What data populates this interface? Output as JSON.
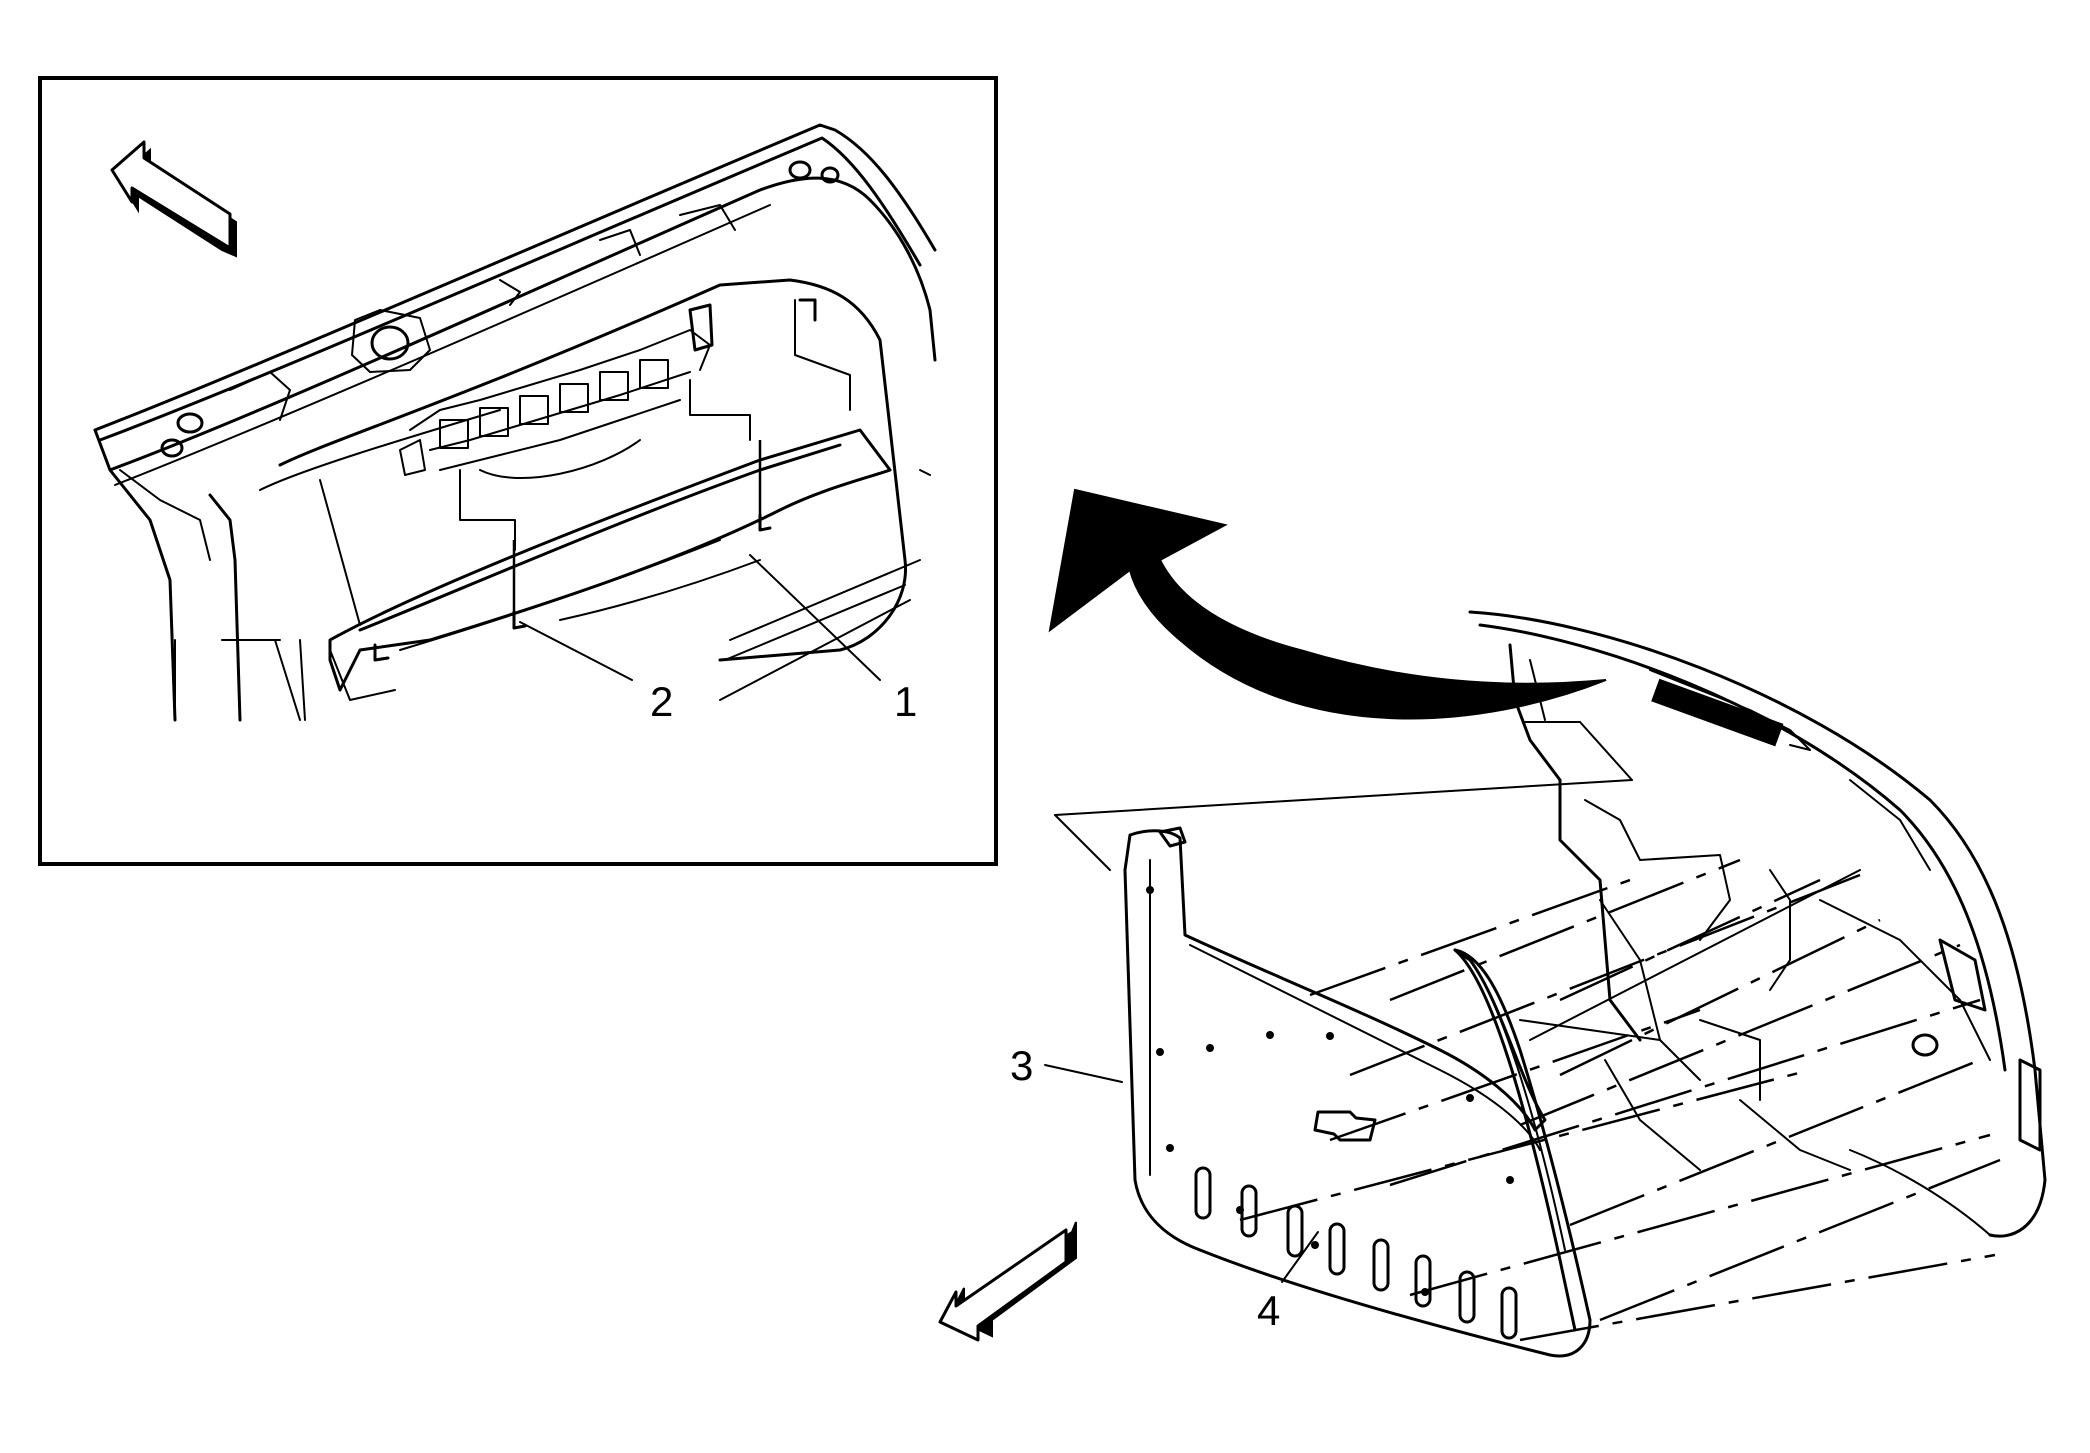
{
  "callouts": {
    "c1": "1",
    "c2": "2",
    "c3": "3",
    "c4": "4"
  },
  "colors": {
    "line": "#000000",
    "background": "#ffffff"
  },
  "icons": {
    "direction_arrow_inset": "front-direction-arrow-icon",
    "direction_arrow_main": "front-direction-arrow-icon",
    "transition_arrow": "curved-view-transition-arrow-icon"
  }
}
